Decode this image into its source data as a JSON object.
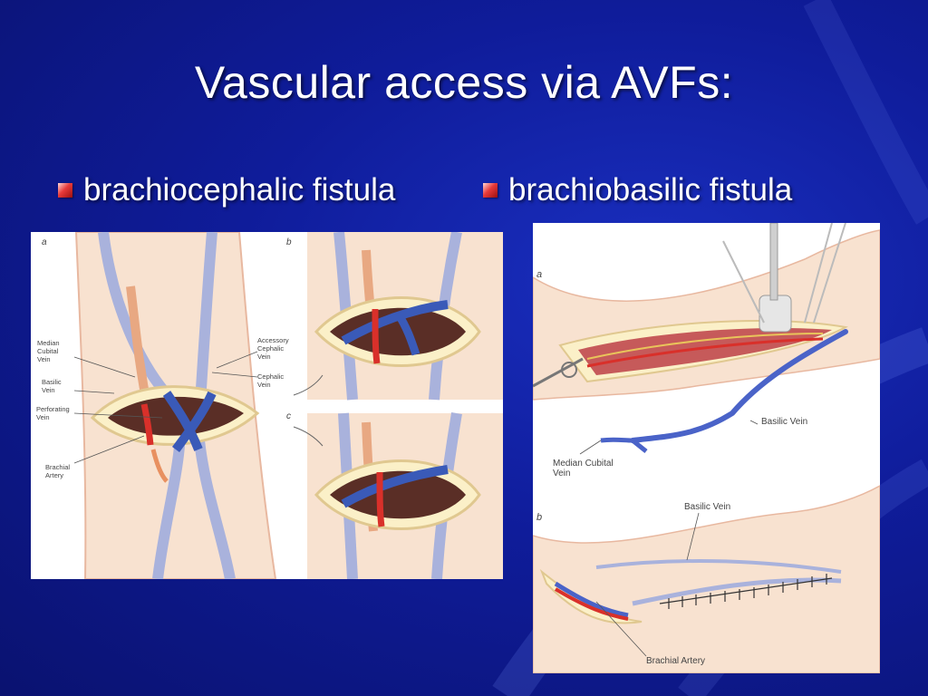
{
  "title": "Vascular access via AVFs:",
  "bullets": [
    {
      "label": "brachiocephalic fistula"
    },
    {
      "label": "brachiobasilic fistula"
    }
  ],
  "figure_left": {
    "panel_labels": [
      "a",
      "b",
      "c"
    ],
    "labels": {
      "median_cubital": [
        "Median",
        "Cubital",
        "Vein"
      ],
      "basilic": [
        "Basilic",
        "Vein"
      ],
      "perforating": [
        "Perforating",
        "Vein"
      ],
      "brachial_artery": [
        "Brachial",
        "Artery"
      ],
      "accessory_cephalic": [
        "Accessory",
        "Cephalic",
        "Vein"
      ],
      "cephalic": [
        "Cephalic",
        "Vein"
      ]
    }
  },
  "figure_right": {
    "panel_labels": [
      "a",
      "b"
    ],
    "labels": {
      "basilic_vein_a": "Basilic Vein",
      "median_cubital": [
        "Median Cubital",
        "Vein"
      ],
      "basilic_vein_b": "Basilic Vein",
      "brachial_artery": "Brachial Artery"
    }
  },
  "colors": {
    "background": "#0f1c9a",
    "bullet": "#e83a3a",
    "vein": "#4a63c8",
    "artery": "#d9302a",
    "skin": "#f6dcc8"
  }
}
